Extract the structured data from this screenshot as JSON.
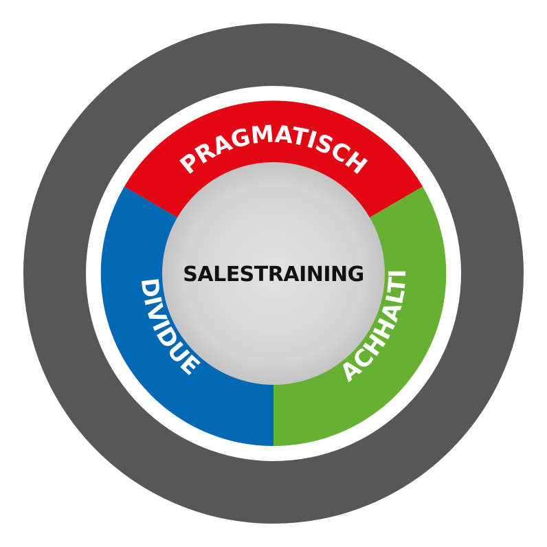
{
  "diagram": {
    "center_label": "SALESTRAINING",
    "segments": [
      {
        "label": "PRAGMATISCH",
        "color": "#e30613"
      },
      {
        "label": "NACHHALTIG",
        "color": "#66b132"
      },
      {
        "label": "INDIVIDUELL",
        "color": "#0068b4"
      }
    ],
    "colors": {
      "outer_ring": "#575757",
      "separator": "#ffffff",
      "center": "#d3d3d3"
    }
  }
}
